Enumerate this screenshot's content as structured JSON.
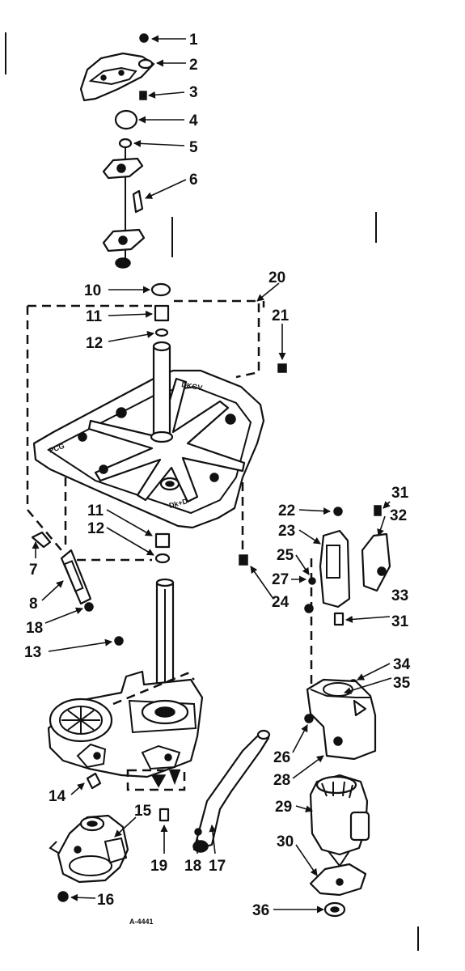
{
  "diagram": {
    "drawing_code": "A-4441",
    "callouts": {
      "c1": "1",
      "c2": "2",
      "c3": "3",
      "c4": "4",
      "c5": "5",
      "c6": "6",
      "c7": "7",
      "c8": "8",
      "c10": "10",
      "c11a": "11",
      "c12a": "12",
      "c11b": "11",
      "c12b": "12",
      "c13": "13",
      "c14": "14",
      "c15": "15",
      "c16": "16",
      "c17": "17",
      "c18a": "18",
      "c18b": "18",
      "c19": "19",
      "c20": "20",
      "c21": "21",
      "c22": "22",
      "c23": "23",
      "c24": "24",
      "c25": "25",
      "c26": "26",
      "c27": "27",
      "c28": "28",
      "c29": "29",
      "c30": "30",
      "c31a": "31",
      "c31b": "31",
      "c32": "32",
      "c33": "33",
      "c34": "34",
      "c35": "35",
      "c36": "36"
    }
  }
}
